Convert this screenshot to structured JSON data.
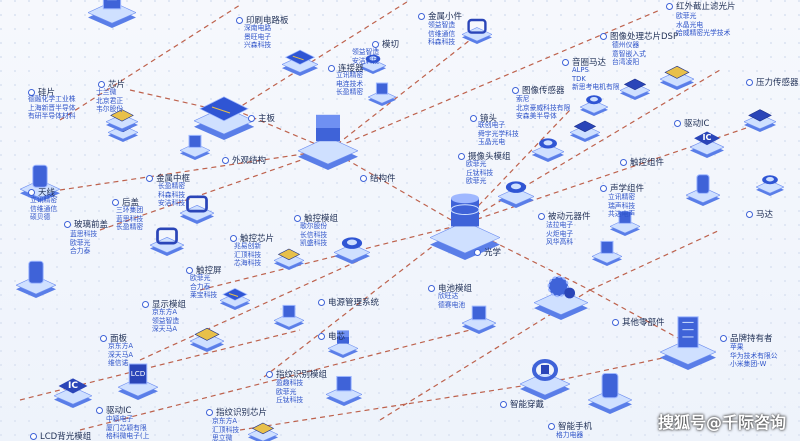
{
  "nodes": [
    {
      "id": "top-building",
      "label": "",
      "companies": []
    },
    {
      "id": "wafer",
      "label": "硅片",
      "companies": [
        "德融化学工业株",
        "上海新晋半导体",
        "有研半导体材料"
      ]
    },
    {
      "id": "chip",
      "label": "芯片",
      "companies": [
        "士兰微",
        "北京君正",
        "韦尔股份"
      ]
    },
    {
      "id": "pcb",
      "label": "印刷电路板",
      "companies": [
        "深南电路",
        "景旺电子",
        "兴森科技"
      ]
    },
    {
      "id": "metal-small",
      "label": "金属小件",
      "companies": [
        "领益智造",
        "信维通信",
        "科森科技"
      ]
    },
    {
      "id": "ir-filter",
      "label": "红外截止滤光片",
      "companies": [
        "欧菲光",
        "水晶光电",
        "哈威精密光学技术"
      ]
    },
    {
      "id": "cut",
      "label": "模切",
      "companies": [
        "领益智造",
        "安洁科技"
      ]
    },
    {
      "id": "connector",
      "label": "连接器",
      "companies": [
        "立讯精密",
        "电连技术",
        "长盈精密"
      ]
    },
    {
      "id": "isp",
      "label": "图像处理芯片DSP",
      "companies": [
        "德州仪器",
        "意智嵌入式",
        "台湾凌阳"
      ]
    },
    {
      "id": "vcm",
      "label": "音圈马达",
      "companies": [
        "ALPS",
        "TDK",
        "新思考电机有限"
      ]
    },
    {
      "id": "mainboard",
      "label": "主板",
      "companies": []
    },
    {
      "id": "image-sensor",
      "label": "图像传感器",
      "companies": [
        "索尼",
        "北京豪威科技有限",
        "安森美半导体"
      ]
    },
    {
      "id": "pressure-sensor",
      "label": "压力传感器",
      "companies": []
    },
    {
      "id": "lens",
      "label": "镜头",
      "companies": [
        "联创电子",
        "舜宇光学科技",
        "玉晶光电"
      ]
    },
    {
      "id": "drive-ic-top",
      "label": "驱动IC",
      "companies": []
    },
    {
      "id": "appearance",
      "label": "外观结构",
      "companies": []
    },
    {
      "id": "camera-module",
      "label": "摄像头模组",
      "companies": [
        "欧菲光",
        "丘钛科技",
        "欧菲光"
      ]
    },
    {
      "id": "touch-assembly",
      "label": "触控组件",
      "companies": []
    },
    {
      "id": "structure",
      "label": "结构件",
      "companies": []
    },
    {
      "id": "metal-frame",
      "label": "金属中框",
      "companies": [
        "长盈精密",
        "科森科技",
        "安洁科技"
      ]
    },
    {
      "id": "antenna",
      "label": "天线",
      "companies": [
        "立讯精密",
        "信维通信",
        "硕贝德"
      ]
    },
    {
      "id": "acoustic",
      "label": "声学组件",
      "companies": [
        "立讯精密",
        "瑞声科技",
        "共达电声"
      ]
    },
    {
      "id": "back-cover",
      "label": "后盖",
      "companies": [
        "三环集团",
        "蓝思科技",
        "长盈精密"
      ]
    },
    {
      "id": "touch-module",
      "label": "触控模组",
      "companies": [
        "歌尔股份",
        "长信科技",
        "凯盛科技"
      ]
    },
    {
      "id": "passive",
      "label": "被动元器件",
      "companies": [
        "法拉电子",
        "火炬电子",
        "风华高科"
      ]
    },
    {
      "id": "motor",
      "label": "马达",
      "companies": []
    },
    {
      "id": "glass-cover",
      "label": "玻璃前盖",
      "companies": [
        "蓝思科技",
        "欧菲光",
        "合力泰"
      ]
    },
    {
      "id": "touch-chip",
      "label": "触控芯片",
      "companies": [
        "兆易创新",
        "汇顶科技",
        "芯海科技"
      ]
    },
    {
      "id": "optics",
      "label": "光学",
      "companies": []
    },
    {
      "id": "touch-screen",
      "label": "触控屏",
      "companies": [
        "欧菲光",
        "合力泰",
        "莱宝科技"
      ]
    },
    {
      "id": "battery-module",
      "label": "电池模组",
      "companies": [
        "欣旺达",
        "德赛电池"
      ]
    },
    {
      "id": "display-module",
      "label": "显示模组",
      "companies": [
        "京东方A",
        "领益智造",
        "深天马A"
      ]
    },
    {
      "id": "pmu",
      "label": "电源管理系统",
      "companies": []
    },
    {
      "id": "cell",
      "label": "电芯",
      "companies": []
    },
    {
      "id": "other-parts",
      "label": "其他零部件",
      "companies": []
    },
    {
      "id": "panel",
      "label": "面板",
      "companies": [
        "京东方A",
        "深天马A",
        "维信诺"
      ]
    },
    {
      "id": "brand-holder",
      "label": "品牌持有者",
      "companies": [
        "苹果",
        "华为技术有限公",
        "小米集团-W"
      ]
    },
    {
      "id": "fp-module",
      "label": "指纹识别模组",
      "companies": [
        "盈趣科技",
        "欧菲光",
        "丘钛科技"
      ]
    },
    {
      "id": "drive-ic-bottom",
      "label": "驱动IC",
      "companies": [
        "中颖电子",
        "厦门芯颖有限",
        "格科微电子(上"
      ]
    },
    {
      "id": "fp-chip",
      "label": "指纹识别芯片",
      "companies": [
        "京东方A",
        "汇顶科技",
        "思立微"
      ]
    },
    {
      "id": "wearable",
      "label": "智能穿戴",
      "companies": []
    },
    {
      "id": "smartphone",
      "label": "智能手机",
      "companies": [
        "格力电器"
      ]
    },
    {
      "id": "lcd-backlight",
      "label": "LCD背光模组",
      "companies": []
    }
  ],
  "icons": {
    "ic": "IC",
    "lcd": "LCD"
  },
  "watermark": "搜狐号@千际咨询",
  "colors": {
    "accent": "#3f63d8",
    "line": "#b5492f",
    "text": "#1f2f55",
    "company": "#2f54c9"
  }
}
